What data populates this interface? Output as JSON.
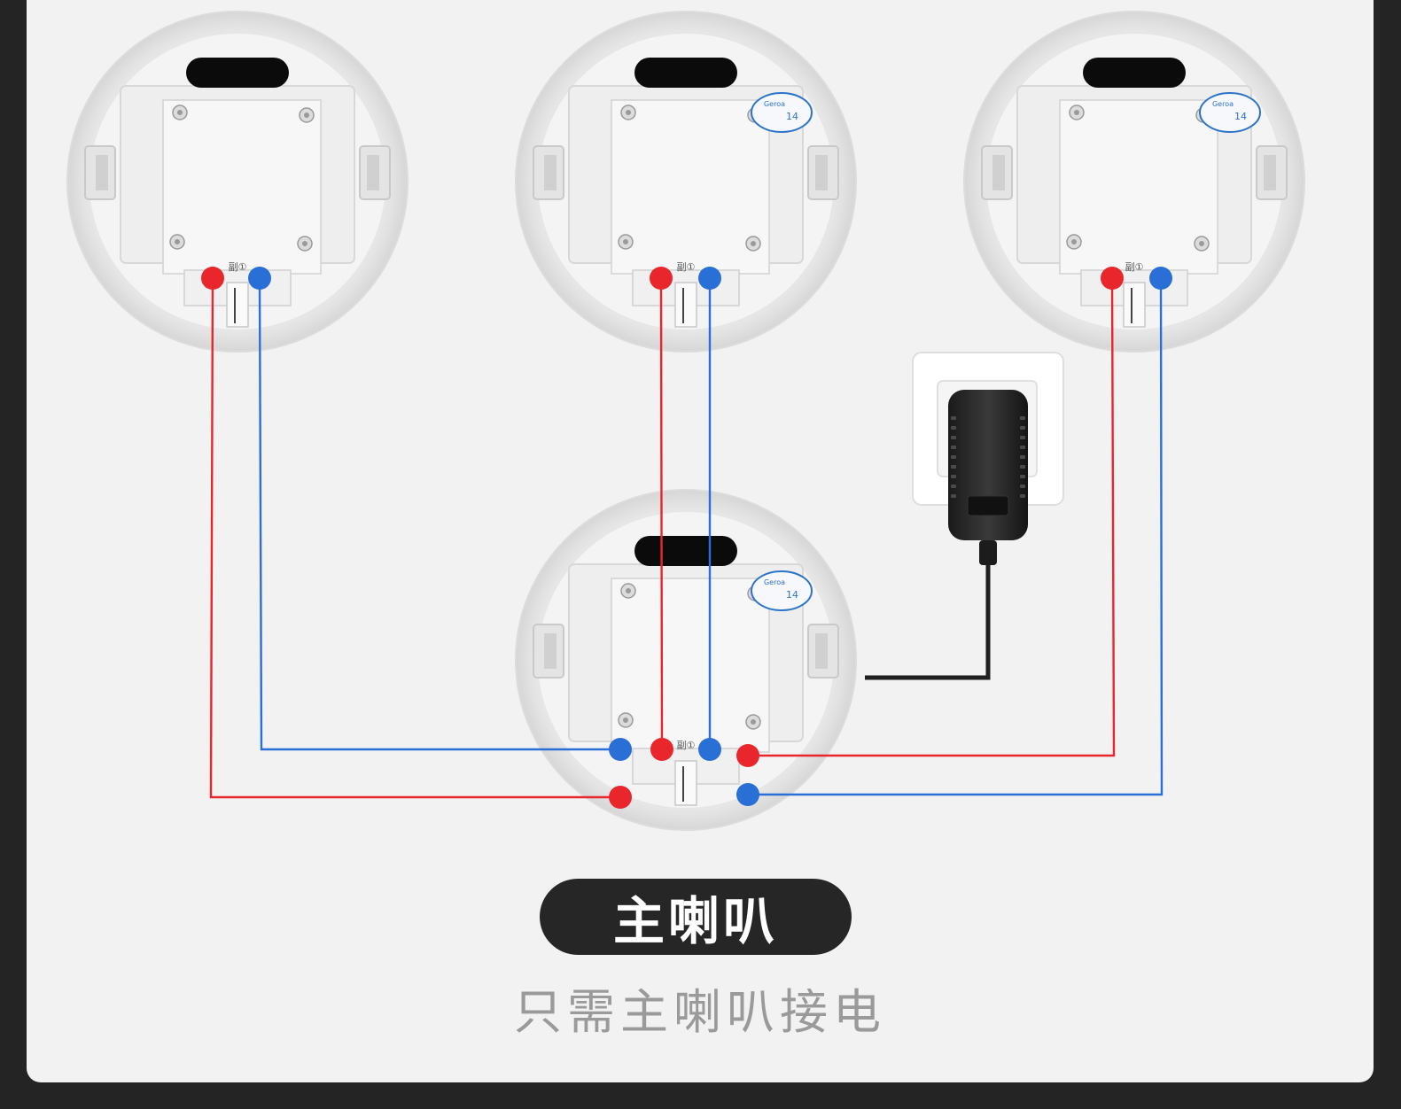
{
  "diagram": {
    "badge": {
      "label": "主喇叭"
    },
    "caption": "只需主喇叭接电",
    "speaker_terminal_label": "副①",
    "seal_brand": "Geroa",
    "seal_number": "14"
  },
  "colors": {
    "positive_wire": "#e8262c",
    "negative_wire": "#2a6fd6",
    "background": "#f2f2f2",
    "frame": "#242424",
    "badge": "#262626",
    "caption": "#9a9a9a"
  },
  "icons": [
    "speaker-icon",
    "power-adapter-icon",
    "wall-socket-icon",
    "quality-seal-icon"
  ]
}
